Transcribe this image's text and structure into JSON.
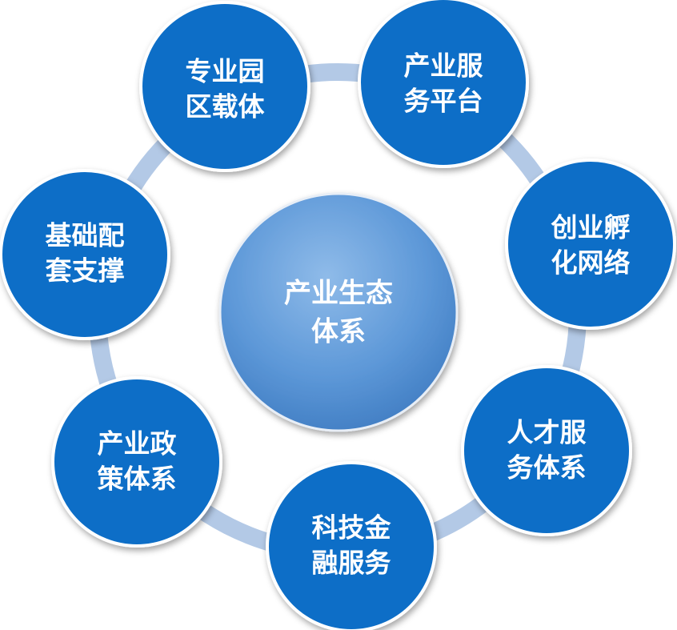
{
  "center": {
    "line1": "产业生态",
    "line2": "体系"
  },
  "nodes": [
    {
      "line1": "专业园",
      "line2": "区载体"
    },
    {
      "line1": "产业服",
      "line2": "务平台"
    },
    {
      "line1": "创业孵",
      "line2": "化网络"
    },
    {
      "line1": "人才服",
      "line2": "务体系"
    },
    {
      "line1": "科技金",
      "line2": "融服务"
    },
    {
      "line1": "产业政",
      "line2": "策体系"
    },
    {
      "line1": "基础配",
      "line2": "套支撑"
    }
  ],
  "colors": {
    "node_fill": "#0b6ec7",
    "node_edge": "#ffffff",
    "ring": "#b3c9e6",
    "center_light": "#7fb0e3",
    "center_dark": "#3f82c8"
  }
}
